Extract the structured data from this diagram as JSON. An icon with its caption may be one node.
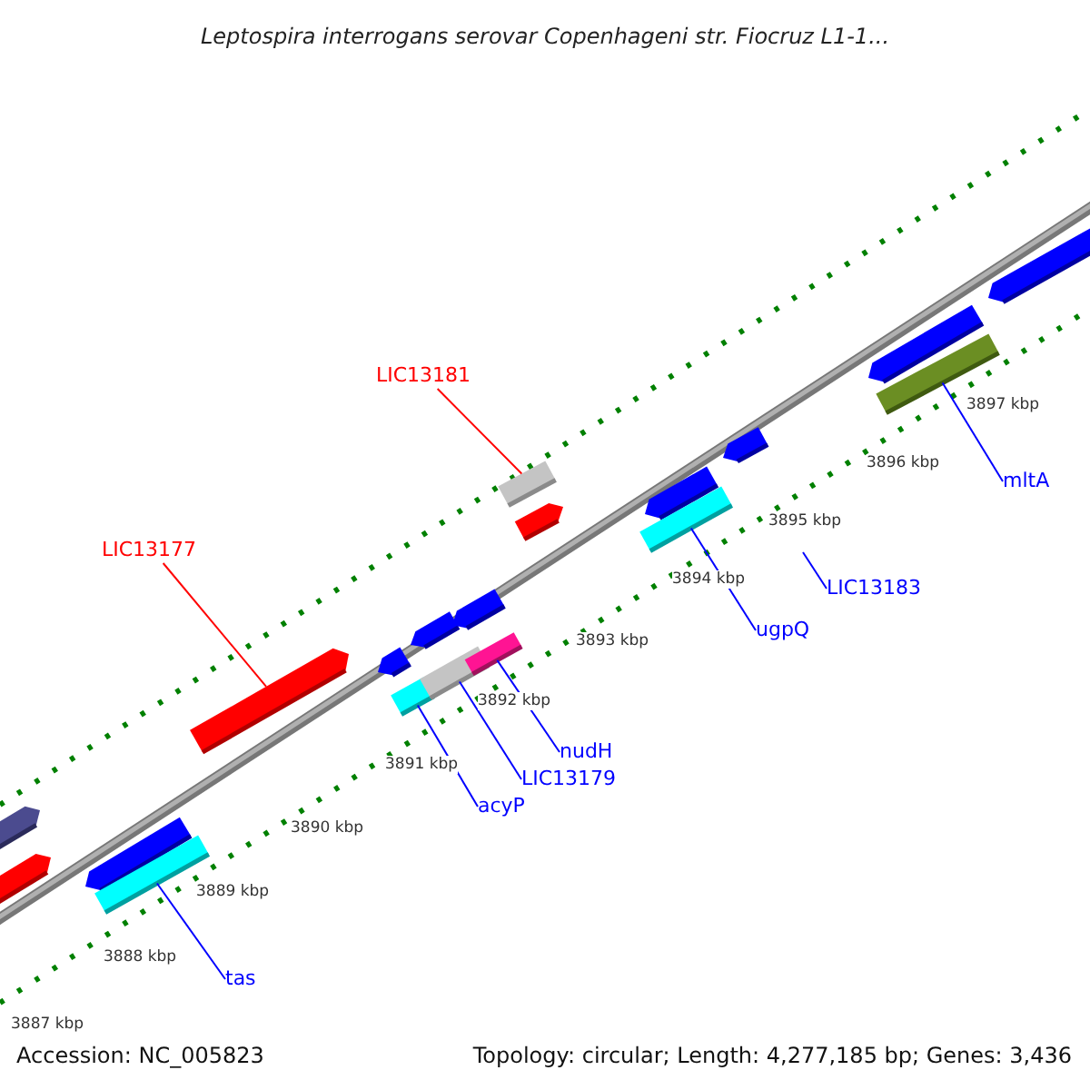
{
  "diagram": {
    "title": "Leptospira interrogans serovar Copenhageni str. Fiocruz L1-1...",
    "nodes": [
      {
        "text": [
          "LIC13181"
        ]
      },
      {
        "text": [
          "LIC13177"
        ]
      },
      {
        "text": [
          "tas"
        ]
      },
      {
        "text": [
          "acyP"
        ]
      },
      {
        "text": [
          "LIC13179"
        ]
      },
      {
        "text": [
          "nudH"
        ]
      },
      {
        "text": [
          "ugpQ"
        ]
      },
      {
        "text": [
          "LIC13183"
        ]
      },
      {
        "text": [
          "mltA"
        ]
      },
      {
        "text": [],
        "shape": "bar"
      },
      {
        "text": [],
        "shape": "bar"
      },
      {
        "text": [],
        "shape": "bar"
      },
      {
        "text": [],
        "shape": "bar"
      },
      {
        "text": [],
        "shape": "bar"
      },
      {
        "text": [],
        "shape": "bar"
      },
      {
        "text": [],
        "shape": "bar"
      },
      {
        "text": [],
        "shape": "bar"
      }
    ],
    "edges": [
      {
        "from": 0,
        "to": 9,
        "arrow": "none",
        "color": "#ff0000"
      },
      {
        "from": 1,
        "to": 10,
        "arrow": "none",
        "color": "#ff0000"
      },
      {
        "from": 2,
        "to": 11,
        "arrow": "none"
      },
      {
        "from": 3,
        "to": 12,
        "arrow": "none"
      },
      {
        "from": 4,
        "to": 13,
        "arrow": "none"
      },
      {
        "from": 5,
        "to": 14,
        "arrow": "none"
      },
      {
        "from": 6,
        "to": 15,
        "arrow": "none"
      },
      {
        "from": 7,
        "to": null,
        "arrow": "none"
      },
      {
        "from": 8,
        "to": 16,
        "arrow": "none"
      }
    ],
    "labels": [
      "3897 kbp",
      "3896 kbp",
      "3895 kbp",
      "3894 kbp",
      "3893 kbp",
      "3892 kbp",
      "3891 kbp",
      "3890 kbp",
      "3889 kbp",
      "3888 kbp",
      "3887 kbp",
      "Accession: NC_005823",
      "Topology: circular; Length: 4,277,185 bp; Genes: 3,436"
    ]
  }
}
